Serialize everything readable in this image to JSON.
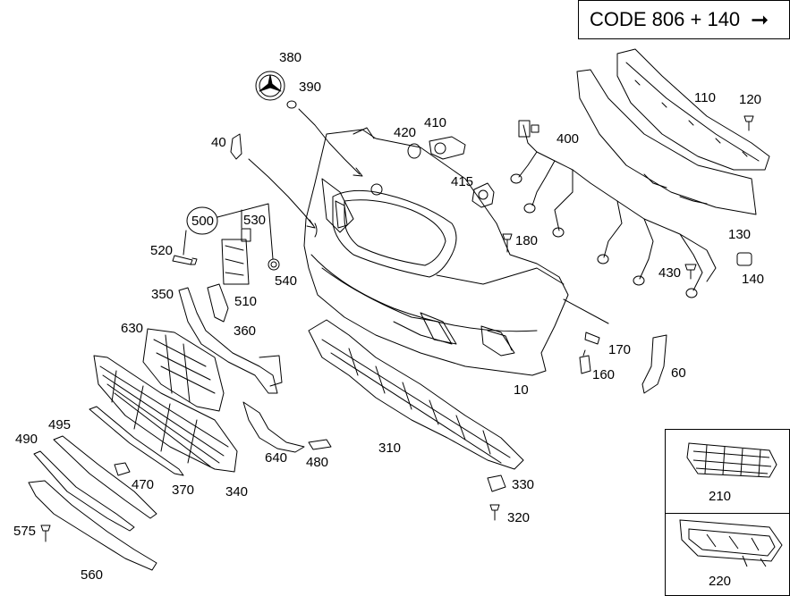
{
  "header": {
    "code_label": "CODE 806 + 140",
    "arrow_icon": "right-arrow-icon"
  },
  "parts": [
    {
      "id": "p380",
      "label": "380"
    },
    {
      "id": "p390",
      "label": "390"
    },
    {
      "id": "p40",
      "label": "40"
    },
    {
      "id": "p420",
      "label": "420"
    },
    {
      "id": "p410",
      "label": "410"
    },
    {
      "id": "p400",
      "label": "400"
    },
    {
      "id": "p110",
      "label": "110"
    },
    {
      "id": "p120",
      "label": "120"
    },
    {
      "id": "p415",
      "label": "415"
    },
    {
      "id": "p500",
      "label": "500"
    },
    {
      "id": "p530",
      "label": "530"
    },
    {
      "id": "p180",
      "label": "180"
    },
    {
      "id": "p130",
      "label": "130"
    },
    {
      "id": "p520",
      "label": "520"
    },
    {
      "id": "p540",
      "label": "540"
    },
    {
      "id": "p510",
      "label": "510"
    },
    {
      "id": "p430",
      "label": "430"
    },
    {
      "id": "p140",
      "label": "140"
    },
    {
      "id": "p350",
      "label": "350"
    },
    {
      "id": "p360",
      "label": "360"
    },
    {
      "id": "p630",
      "label": "630"
    },
    {
      "id": "p170",
      "label": "170"
    },
    {
      "id": "p160",
      "label": "160"
    },
    {
      "id": "p60",
      "label": "60"
    },
    {
      "id": "p10",
      "label": "10"
    },
    {
      "id": "p495",
      "label": "495"
    },
    {
      "id": "p490",
      "label": "490"
    },
    {
      "id": "p310",
      "label": "310"
    },
    {
      "id": "p640",
      "label": "640"
    },
    {
      "id": "p480",
      "label": "480"
    },
    {
      "id": "p470",
      "label": "470"
    },
    {
      "id": "p370",
      "label": "370"
    },
    {
      "id": "p340",
      "label": "340"
    },
    {
      "id": "p330",
      "label": "330"
    },
    {
      "id": "p320",
      "label": "320"
    },
    {
      "id": "p575",
      "label": "575"
    },
    {
      "id": "p560",
      "label": "560"
    },
    {
      "id": "p210",
      "label": "210"
    },
    {
      "id": "p220",
      "label": "220"
    }
  ]
}
